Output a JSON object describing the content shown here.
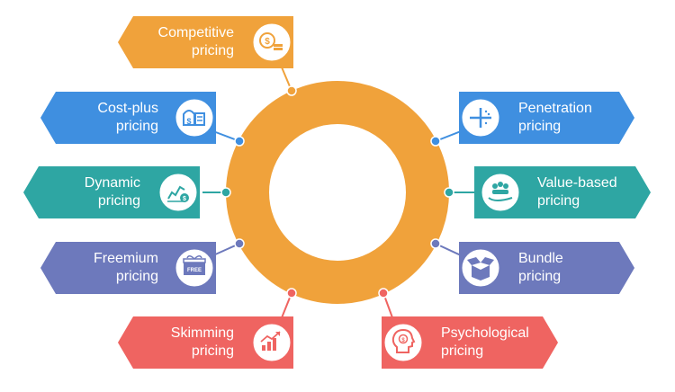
{
  "diagram": {
    "items": [
      {
        "id": "competitive",
        "line1": "Competitive",
        "line2": "pricing",
        "color": "#f0a23b",
        "icon": "dollar-coins-icon"
      },
      {
        "id": "cost-plus",
        "line1": "Cost-plus",
        "line2": "pricing",
        "color": "#3f8fe0",
        "icon": "money-bag-calculator-icon"
      },
      {
        "id": "dynamic",
        "line1": "Dynamic",
        "line2": "pricing",
        "color": "#2ea6a3",
        "icon": "chart-dollar-icon"
      },
      {
        "id": "freemium",
        "line1": "Freemium",
        "line2": "pricing",
        "color": "#6d79bc",
        "icon": "free-gift-icon"
      },
      {
        "id": "skimming",
        "line1": "Skimming",
        "line2": "pricing",
        "color": "#ef6461",
        "icon": "rising-bars-icon"
      },
      {
        "id": "penetration",
        "line1": "Penetration",
        "line2": "pricing",
        "color": "#3f8fe0",
        "icon": "needle-icon"
      },
      {
        "id": "value-based",
        "line1": "Value-based",
        "line2": "pricing",
        "color": "#2ea6a3",
        "icon": "hand-people-icon"
      },
      {
        "id": "bundle",
        "line1": "Bundle",
        "line2": "pricing",
        "color": "#6d79bc",
        "icon": "open-box-icon"
      },
      {
        "id": "psychological",
        "line1": "Psychological",
        "line2": "pricing",
        "color": "#ef6461",
        "icon": "head-dollar-icon"
      }
    ],
    "ring_color": "#f0a23b"
  }
}
